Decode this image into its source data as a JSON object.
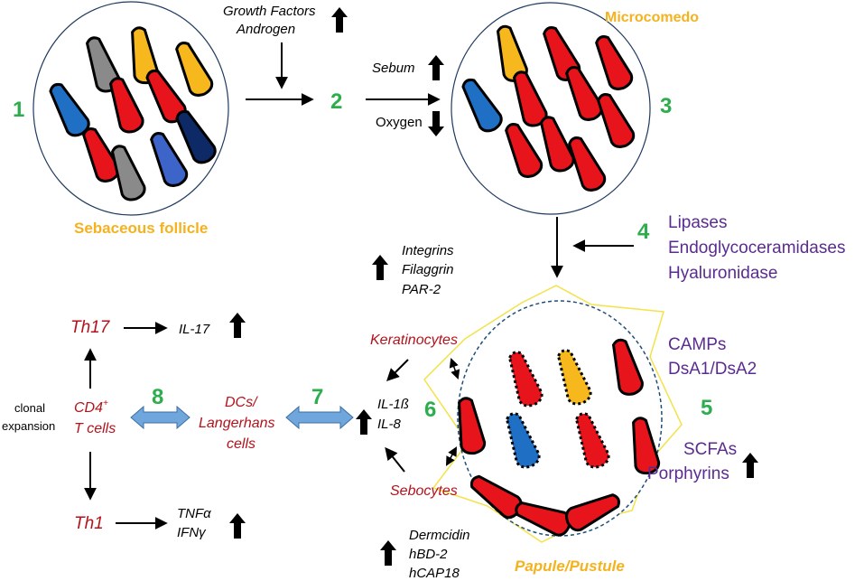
{
  "colors": {
    "step_number": "#2cae4e",
    "orange_label": "#f4b21f",
    "purple_label": "#5b2c8f",
    "red_label": "#b5121b",
    "black": "#000000",
    "follicle_stroke": "#1f3a5f",
    "bac_red": "#e8141b",
    "bac_yellow": "#f7b81e",
    "bac_blue": "#1f6fc4",
    "bac_light_blue": "#3c64c9",
    "bac_navy": "#0d2a66",
    "bac_gray": "#8a8a8a",
    "star_yellow": "#f3e24a",
    "double_arrow": "#6fa6dc"
  },
  "steps": [
    "1",
    "2",
    "3",
    "4",
    "5",
    "6",
    "7",
    "8"
  ],
  "labels": {
    "sebaceous_follicle": "Sebaceous follicle",
    "microcomedo": "Microcomedo",
    "papule_pustule": "Papule/Pustule",
    "growth_factors": "Growth Factors",
    "androgen": "Androgen",
    "sebum": "Sebum",
    "oxygen": "Oxygen"
  },
  "enzymes": [
    "Lipases",
    "Endoglycoceramidases",
    "Hyaluronidase"
  ],
  "factors_top": [
    "Integrins",
    "Filaggrin",
    "PAR-2"
  ],
  "factors_bottom": [
    "Dermcidin",
    "hBD-2",
    "hCAP18"
  ],
  "camps": [
    "CAMPs",
    "DsA1/DsA2"
  ],
  "scfas": [
    "SCFAs",
    "Porphyrins"
  ],
  "cells": {
    "keratinocytes": "Keratinocytes",
    "sebocytes": "Sebocytes",
    "dcs_line1": "DCs/",
    "dcs_line2": "Langerhans",
    "dcs_line3": "cells",
    "cd4": "CD4",
    "cd4_sup": "+",
    "tcells": "T cells",
    "th17": "Th17",
    "th1": "Th1"
  },
  "cytokines": {
    "il1b": "IL-1ß",
    "il8": "IL-8",
    "il17": "IL-17",
    "tnfa": "TNFα",
    "ifng": "IFNγ"
  },
  "clonal": [
    "clonal",
    "expansion"
  ]
}
